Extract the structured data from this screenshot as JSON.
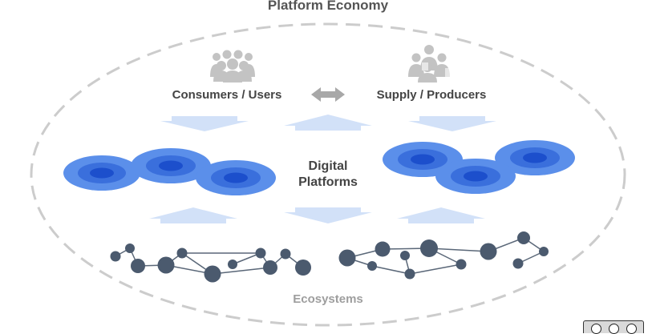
{
  "title": "Platform Economy",
  "consumers_label": "Consumers / Users",
  "supply_label": "Supply / Producers",
  "digital_line1": "Digital",
  "digital_line2": "Platforms",
  "ecosystems_label": "Ecosystems",
  "colors": {
    "ellipse_dash": "#cccccc",
    "arrow_fill": "#d2e1f8",
    "platform_outer": "#5b8fea",
    "platform_middle": "#3a6fdc",
    "platform_inner": "#1c4fcc",
    "node_fill": "#4b5a6e",
    "edge_stroke": "#5a6778",
    "people_icon": "#c3c3c3",
    "double_arrow": "#a8a8a8"
  },
  "icons": [
    "consumers-group-icon",
    "producers-group-icon",
    "double-arrow-icon",
    "creative-commons-icon",
    "attribution-icon",
    "share-alike-icon"
  ]
}
